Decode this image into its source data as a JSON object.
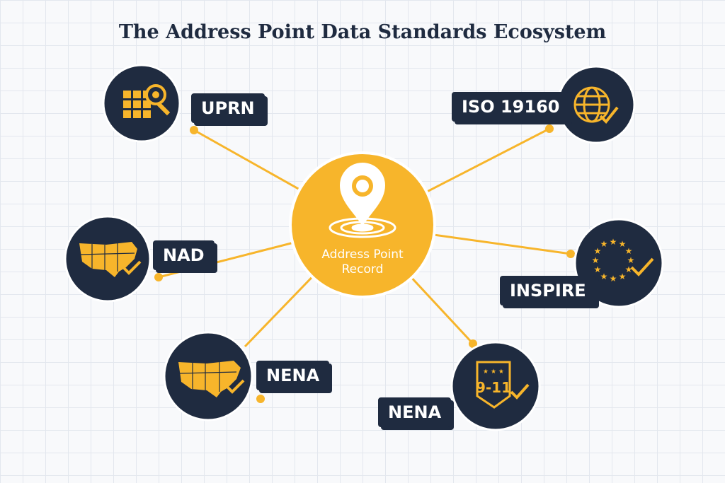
{
  "title": "The Address Point Data Standards Ecosystem",
  "center": {
    "line1": "Address Point",
    "line2": "Record",
    "icon": "location-pin-icon"
  },
  "nodes": {
    "uprn": {
      "label": "UPRN",
      "icon": "grid-magnifier-icon"
    },
    "iso": {
      "label": "ISO 19160",
      "icon": "globe-check-icon"
    },
    "nad": {
      "label": "NAD",
      "icon": "us-map-check-icon"
    },
    "inspire": {
      "label": "INSPIRE",
      "icon": "eu-stars-check-icon"
    },
    "nena1": {
      "label": "NENA",
      "icon": "us-map-check-icon"
    },
    "nena2": {
      "label": "NENA",
      "icon": "shield-911-check-icon",
      "badge_text": "9-11"
    }
  },
  "colors": {
    "navy": "#1f2b40",
    "accent": "#f7b52b",
    "grid": "#e3e7ee"
  }
}
